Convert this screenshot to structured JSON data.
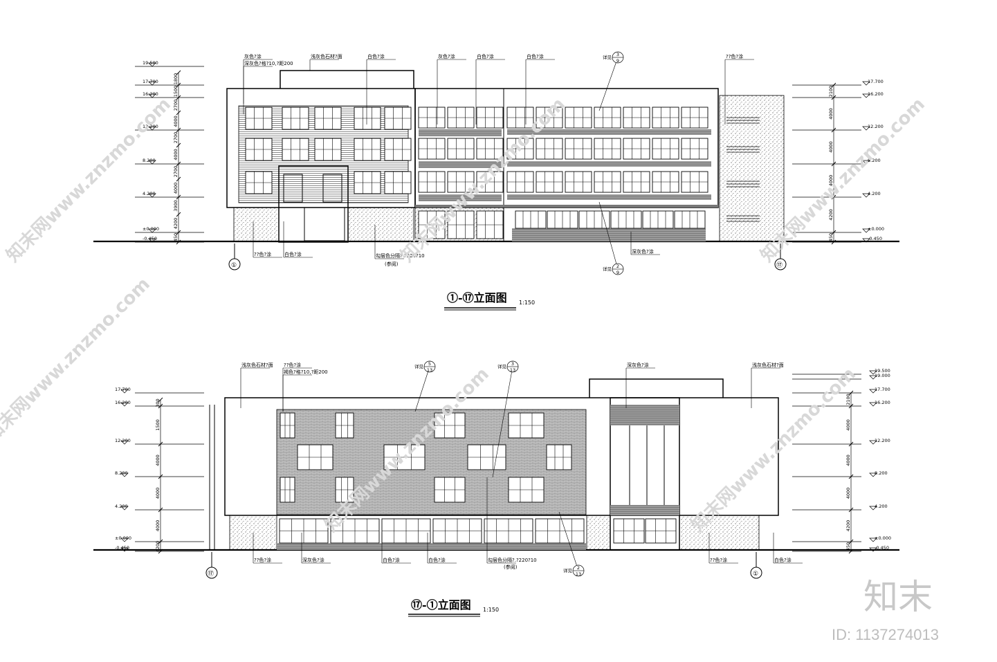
{
  "elevation_top": {
    "title": "①-⑰立面图",
    "scale": "1:150",
    "axis_left": "①",
    "axis_right": "⑰",
    "levels_left": [
      "19.500",
      "17.700",
      "16.200",
      "12.200",
      "8.200",
      "4.200",
      "±0.000",
      "-0.450"
    ],
    "levels_right": [
      "17.700",
      "16.200",
      "12.200",
      "8.200",
      "4.200",
      "±0.000",
      "-0.450"
    ],
    "dims_left": [
      "1800",
      "1500",
      "2700",
      "4000",
      "2700",
      "4000",
      "2700",
      "4000",
      "3900",
      "4200",
      "450"
    ],
    "dims_right": [
      "2100",
      "4000",
      "4000",
      "4000",
      "4200",
      "450"
    ],
    "notes_top": [
      {
        "text": "灰色?涂"
      },
      {
        "text": "浅灰色石材?面"
      },
      {
        "text": "深灰色?格?10,?距200"
      },
      {
        "text": "白色?涂"
      },
      {
        "text": "灰色?涂"
      },
      {
        "text": "白色?涂"
      },
      {
        "text": "白色?涂"
      },
      {
        "text": "??色?涂"
      }
    ],
    "notes_bottom": [
      {
        "text": "??色?涂"
      },
      {
        "text": "白色?涂"
      },
      {
        "text": "勾层色分隔?.?220?10"
      },
      {
        "text": "(参阅)"
      },
      {
        "text": "深灰色?涂"
      }
    ],
    "detail_marks": [
      {
        "prefix": "详见",
        "num": "3",
        "sheet": "9"
      },
      {
        "prefix": "详见",
        "num": "2",
        "sheet": "9"
      }
    ]
  },
  "elevation_bottom": {
    "title": "⑰-①立面图",
    "scale": "1:150",
    "axis_left": "⑰",
    "axis_right": "①",
    "levels_left": [
      "17.700",
      "16.200",
      "12.200",
      "8.200",
      "4.200",
      "±0.000",
      "-0.450"
    ],
    "levels_right": [
      "19.500",
      "19.000",
      "17.700",
      "16.200",
      "12.200",
      "8.200",
      "4.200",
      "±0.000",
      "-0.450"
    ],
    "dims_left": [
      "300",
      "1500",
      "4000",
      "4000",
      "4000",
      "4200",
      "450"
    ],
    "dims_right": [
      "2100",
      "4000",
      "4000",
      "4000",
      "4200",
      "450"
    ],
    "notes_top": [
      {
        "text": "浅灰色石材?面"
      },
      {
        "text": "??色?涂"
      },
      {
        "text": "褐色?格?10,?距200"
      },
      {
        "text": "深灰色?涂"
      },
      {
        "text": "浅灰色石材?面"
      }
    ],
    "notes_bottom": [
      {
        "text": "??色?涂"
      },
      {
        "text": "深灰色?涂"
      },
      {
        "text": "白色?涂"
      },
      {
        "text": "白色?涂"
      },
      {
        "text": "勾层色分隔?.?220?10"
      },
      {
        "text": "(参阅)"
      },
      {
        "text": "??色?涂"
      },
      {
        "text": "白色?涂"
      }
    ],
    "detail_marks": [
      {
        "prefix": "详见",
        "num": "5",
        "sheet": "13"
      },
      {
        "prefix": "详见",
        "num": "3",
        "sheet": "13"
      },
      {
        "prefix": "详见",
        "num": "2",
        "sheet": "13"
      }
    ]
  },
  "watermark": {
    "text": "知末网www.znzmo.com",
    "brand": "知末",
    "id_label": "ID: 1137274013"
  }
}
